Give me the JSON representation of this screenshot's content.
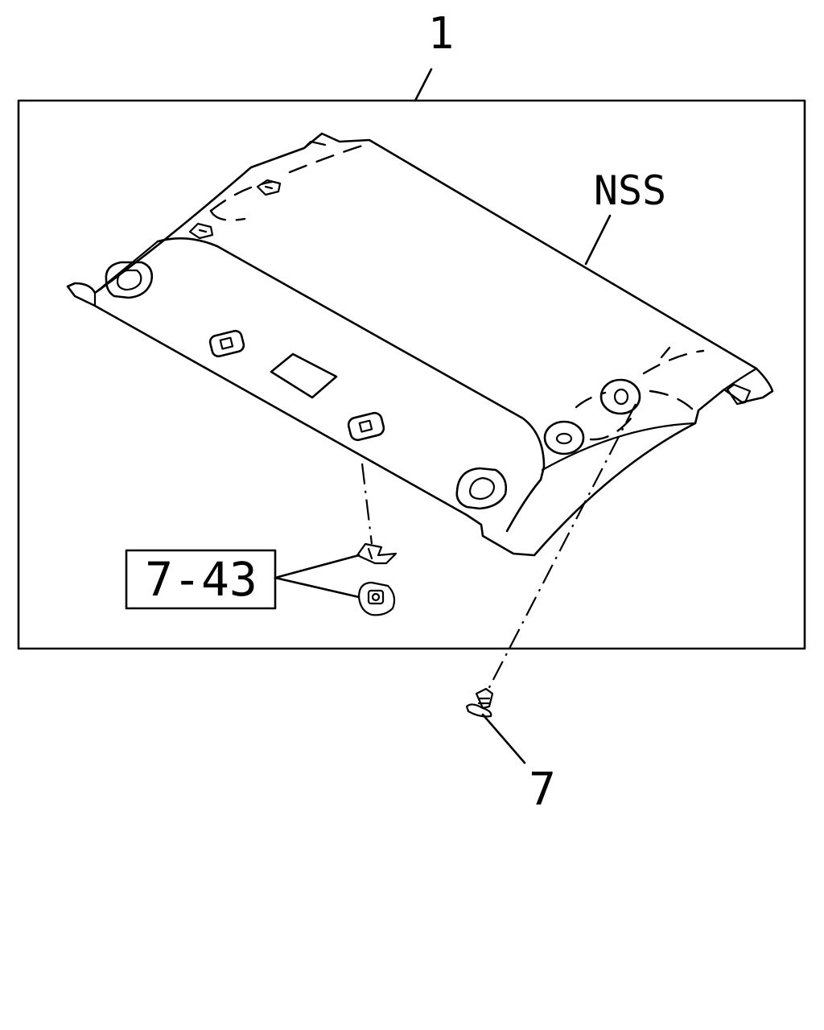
{
  "callouts": {
    "assembly": "1",
    "variant": "NSS",
    "ref": "7-43",
    "fastener": "7"
  },
  "colors": {
    "line": "#000000",
    "background": "#ffffff"
  }
}
